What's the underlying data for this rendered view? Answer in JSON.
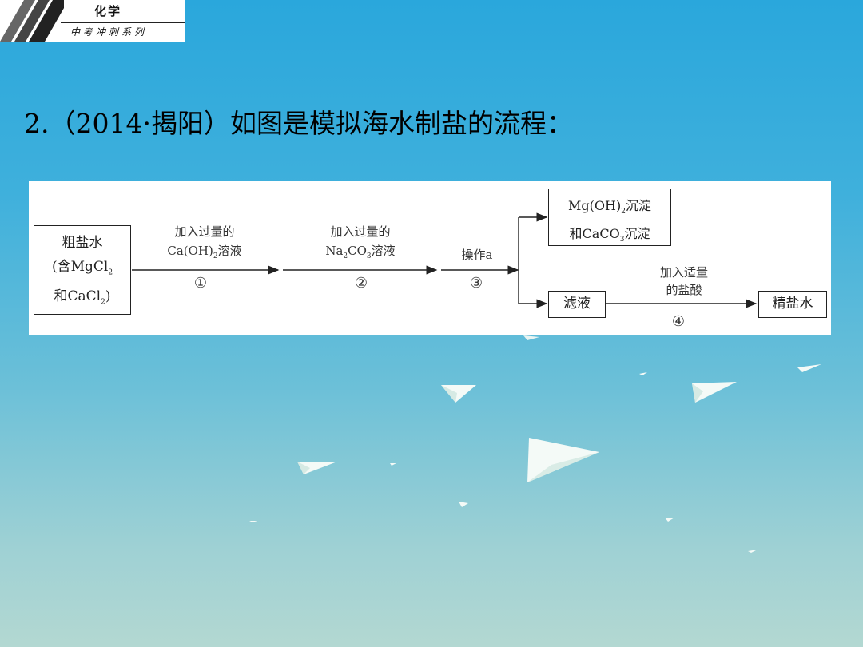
{
  "header": {
    "subject": "化学",
    "series": "中考冲刺系列"
  },
  "question": {
    "text": "2.（2014·揭阳）如图是模拟海水制盐的流程："
  },
  "diagram": {
    "crude_box": {
      "title": "粗盐水",
      "line2": "(含MgCl",
      "line2_sub": "2",
      "line3": "和CaCl",
      "line3_sub": "2",
      "line3_end": ")"
    },
    "step1": {
      "line1": "加入过量的",
      "line2_a": "Ca(OH)",
      "line2_sub": "2",
      "line2_b": "溶液",
      "num": "①"
    },
    "step2": {
      "line1": "加入过量的",
      "line2_a": "Na",
      "line2_sub1": "2",
      "line2_b": "CO",
      "line2_sub2": "3",
      "line2_c": "溶液",
      "num": "②"
    },
    "step3": {
      "line1": "操作a",
      "num": "③"
    },
    "precip_box": {
      "line1_a": "Mg(OH)",
      "line1_sub": "2",
      "line1_b": "沉淀",
      "line2_a": "和CaCO",
      "line2_sub": "3",
      "line2_b": "沉淀"
    },
    "filtrate_box": {
      "text": "滤液"
    },
    "step4": {
      "line1": "加入适量",
      "line2": "的盐酸",
      "num": "④"
    },
    "pure_box": {
      "text": "精盐水"
    }
  }
}
